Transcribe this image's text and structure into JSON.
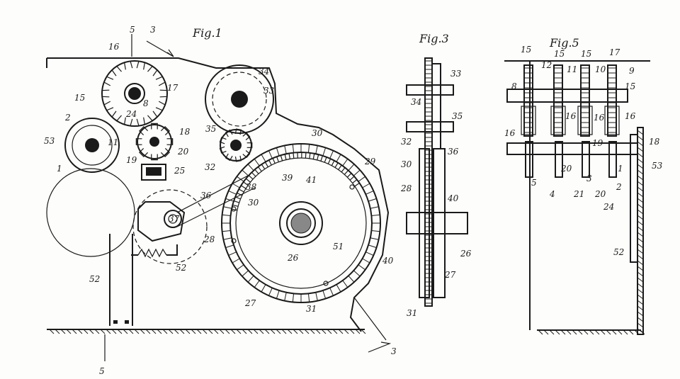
{
  "figures": [
    {
      "id": "fig1",
      "caption": "Fig.1"
    },
    {
      "id": "fig3",
      "caption": "Fig.3"
    },
    {
      "id": "fig5",
      "caption": "Fig.5"
    }
  ],
  "fig1_labels": {
    "l5top": "5",
    "l3top": "3",
    "l16": "16",
    "l17": "17",
    "l15": "15",
    "l8": "8",
    "l24": "24",
    "l2": "2",
    "l53": "53",
    "l11": "11",
    "l1": "1",
    "l18": "18",
    "l20": "20",
    "l19": "19",
    "l25": "25",
    "l34": "34",
    "l33": "33",
    "l35": "35",
    "l32": "32",
    "l30a": "30",
    "l29": "29",
    "l38": "38",
    "l39": "39",
    "l41": "41",
    "l36": "36",
    "l37": "37",
    "l30b": "30",
    "l28": "28",
    "l52a": "52",
    "l52b": "52",
    "l26": "26",
    "l51": "51",
    "l40": "40",
    "l27": "27",
    "l31": "31",
    "l5bot": "5",
    "l3bot": "3"
  },
  "fig3_labels": {
    "l33": "33",
    "l34": "34",
    "l35": "35",
    "l32": "32",
    "l36": "36",
    "l30": "30",
    "l28": "28",
    "l40": "40",
    "l26": "26",
    "l27": "27",
    "l31": "31"
  },
  "fig5_labels": {
    "l15a": "15",
    "l12": "12",
    "l15b": "15",
    "l11": "11",
    "l15c": "15",
    "l10": "10",
    "l17": "17",
    "l9": "9",
    "l8": "8",
    "l15d": "15",
    "l16a": "16",
    "l16b": "16",
    "l16c": "16",
    "l16d": "16",
    "l18": "18",
    "l19": "19",
    "l53": "53",
    "l5": "5",
    "l4": "4",
    "l20a": "20",
    "l21": "21",
    "l3": "3",
    "l1": "1",
    "l20b": "20",
    "l2": "2",
    "l24": "24",
    "l52": "52"
  }
}
